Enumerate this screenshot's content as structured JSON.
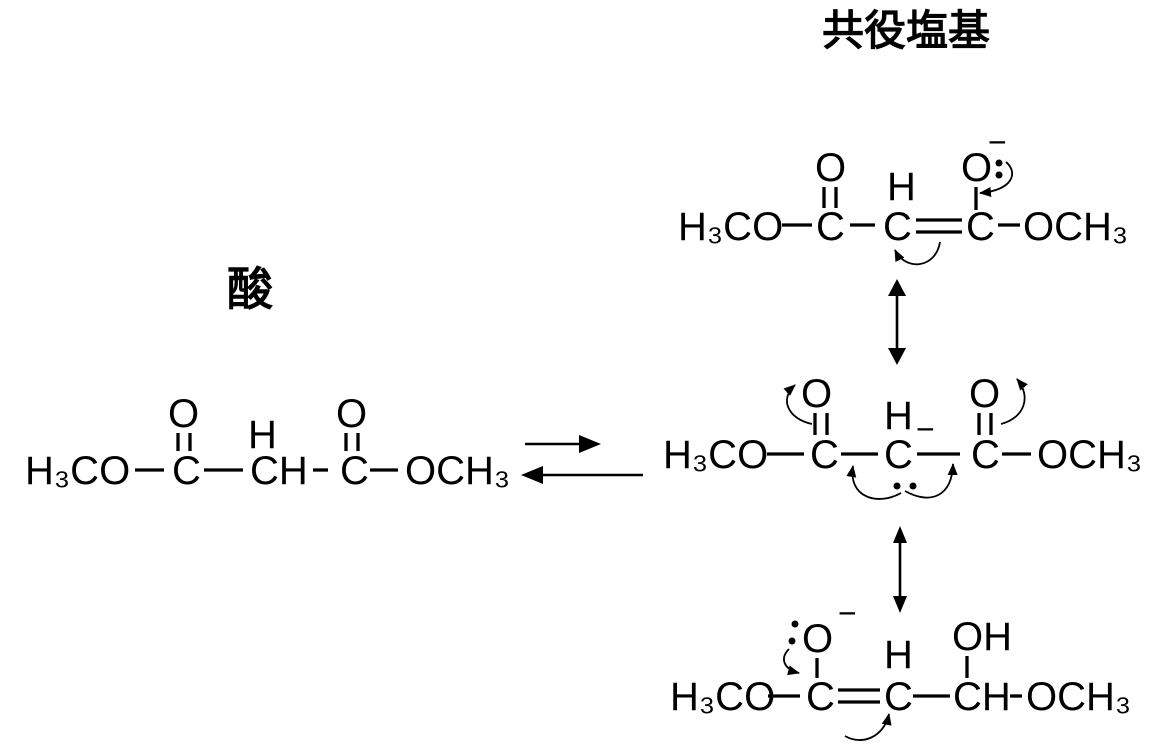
{
  "labels": {
    "acid": "酸",
    "conjugate_base": "共役塩基"
  },
  "acid": {
    "left_group": "H₃CO",
    "c_left": "C",
    "central": "CH",
    "c_right": "C",
    "right_group": "OCH₃",
    "o_left": "O",
    "h": "H",
    "o_right": "O"
  },
  "conjugate_base": {
    "top": {
      "left_group": "H₃CO",
      "c1": "C",
      "c2": "C",
      "c3": "C",
      "right_group": "OCH₃",
      "o_left": "O",
      "h": "H",
      "o_right": "O",
      "minus": "−"
    },
    "middle": {
      "left_group": "H₃CO",
      "c1": "C",
      "c2": "C",
      "c3": "C",
      "right_group": "OCH₃",
      "o_left": "O",
      "h": "H",
      "minus": "−",
      "o_right": "O"
    },
    "bottom": {
      "left_group": "H₃CO",
      "c1": "C",
      "c2": "C",
      "ch": "CH",
      "right_group": "OCH₃",
      "o_minus": "O",
      "minus": "−",
      "h": "H",
      "oh": "OH"
    }
  }
}
